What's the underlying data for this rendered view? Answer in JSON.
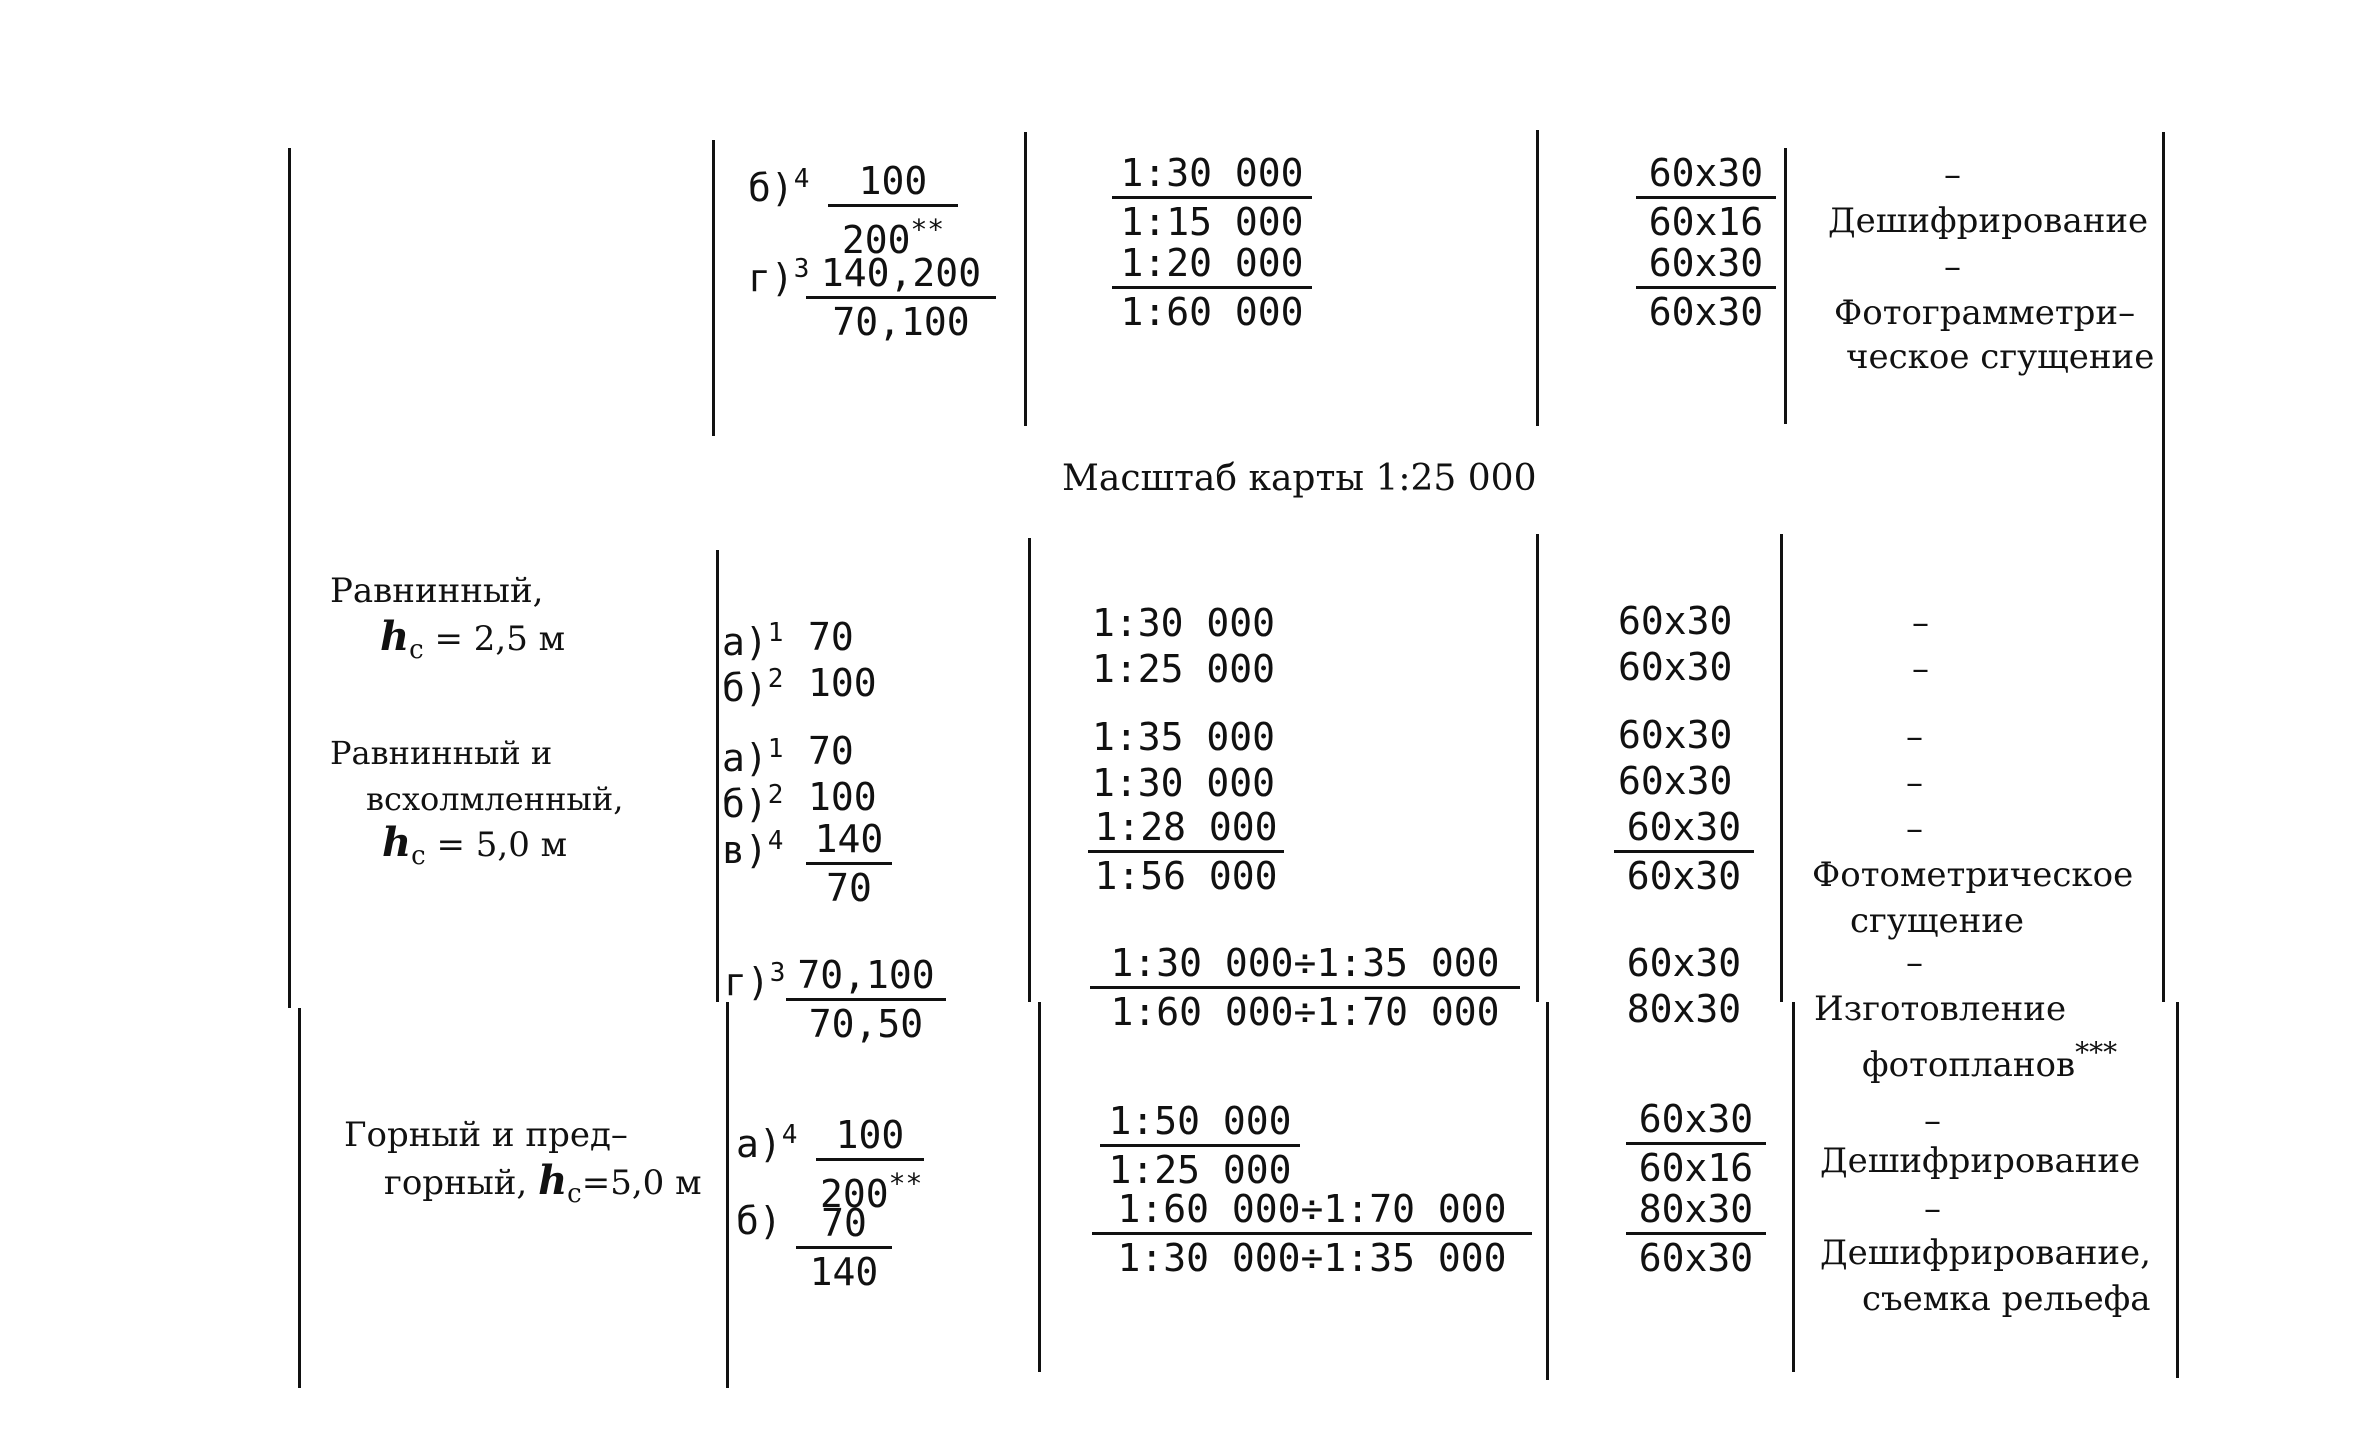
{
  "top_block": {
    "markers": [
      {
        "letter": "б)",
        "sup": "4"
      },
      {
        "letter": "г)",
        "sup": "3"
      }
    ],
    "fractions": [
      {
        "num": "100",
        "den": "200",
        "den_mark": "**"
      },
      {
        "num": "140,200",
        "den": "70,100"
      }
    ],
    "scales": [
      {
        "num": "1:30 000",
        "den": "1:15 000"
      },
      {
        "num": "1:20 000",
        "den": "1:60 000"
      }
    ],
    "formats": [
      {
        "num": "60x30",
        "den": "60x16"
      },
      {
        "num": "60x30",
        "den": "60x30"
      }
    ],
    "notes": [
      "–",
      "Дешифрирование",
      "–",
      "Фотограмметри–",
      "ческое сгущение"
    ]
  },
  "scale_heading": "Масштаб карты 1:25 000",
  "terrain": {
    "flat": {
      "name": "Равнинный,",
      "h_symbol": "h",
      "h_sub": "c",
      "h_value": "= 2,5  м"
    },
    "flat_hilly": {
      "line1": "Равнинный и",
      "line2": "всхолмленный,",
      "h_symbol": "h",
      "h_sub": "c",
      "h_value": "= 5,0  м"
    },
    "mountain": {
      "line1": "Горный и пред–",
      "line2_prefix": "горный,",
      "h_symbol": "h",
      "h_sub": "c",
      "h_value": "=5,0 м"
    }
  },
  "flat_rows": [
    {
      "letter": "а)",
      "sup": "1",
      "value": "70",
      "scale": "1:30 000",
      "format": "60x30",
      "note": "–"
    },
    {
      "letter": "б)",
      "sup": "2",
      "value": "100",
      "scale": "1:25 000",
      "format": "60x30",
      "note": "–"
    }
  ],
  "flat_hilly_rows": [
    {
      "letter": "а)",
      "sup": "1",
      "value": "70",
      "scale": "1:35 000",
      "format": "60x30",
      "note": "–"
    },
    {
      "letter": "б)",
      "sup": "2",
      "value": "100",
      "scale": "1:30 000",
      "format": "60x30",
      "note": "–"
    }
  ],
  "flat_hilly_v": {
    "letter": "в)",
    "sup": "4",
    "num": "140",
    "den": "70",
    "scale_num": "1:28 000",
    "scale_den": "1:56 000",
    "format_num": "60x30",
    "format_den": "60x30",
    "note_dash": "–",
    "note_line1": "Фотометрическое",
    "note_line2": "сгущение"
  },
  "flat_hilly_g": {
    "letter": "г)",
    "sup": "3",
    "num": "70,100",
    "den": "70,50",
    "scale_num": "1:30 000÷1:35 000",
    "scale_den": "1:60 000÷1:70 000",
    "format_num": "60x30",
    "format_den": "80x30",
    "note_dash": "–",
    "note_line1": "Изготовление",
    "note_line2": "фотопланов",
    "note_mark": "***"
  },
  "mountain_rows": {
    "a": {
      "letter": "а)",
      "sup": "4",
      "num": "100",
      "den": "200",
      "den_mark": "**",
      "scale_num": "1:50 000",
      "scale_den": "1:25 000",
      "format_num": "60x30",
      "format_den": "60x16",
      "note_dash": "–",
      "note": "Дешифрирование"
    },
    "b": {
      "letter": "б)",
      "num": "70",
      "den": "140",
      "scale_num": "1:60 000÷1:70 000",
      "scale_den": "1:30 000÷1:35 000",
      "format_num": "80x30",
      "format_den": "60x30",
      "note_dash": "–",
      "note_line1": "Дешифрирование,",
      "note_line2": "съемка рельефа"
    }
  }
}
